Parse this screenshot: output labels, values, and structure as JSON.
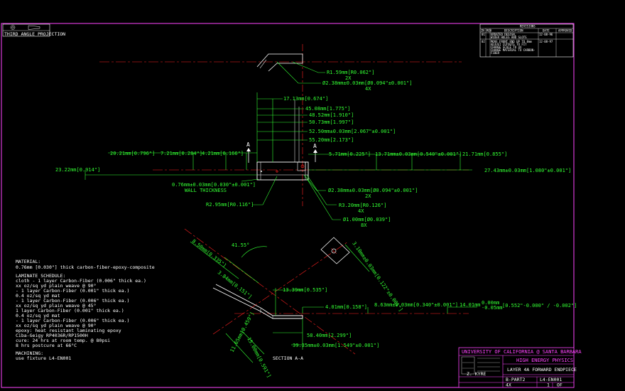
{
  "logo": {
    "caption": "THIRD ANGLE PROJECTION"
  },
  "revision_block": {
    "title": "REVISIONS",
    "headers": [
      "ZN",
      "REV",
      "DESCRIPTION",
      "DATE",
      "APPROVED"
    ],
    "rows": [
      {
        "rev": "01",
        "desc1": "UPDATED DESIGN,",
        "desc2": "WIDER HOLES AND SLOTS",
        "date": "12-08-96"
      },
      {
        "rev": "02",
        "desc1": "MOVE FRONT END UP TO 0mm",
        "desc2": "ADJUST CUTOUTS TO FIT",
        "desc3": "CHANGE SCALE TO 4X",
        "desc4": "CHANGE MATERIAL TO CARBON-",
        "desc5": "FIBER",
        "date": "12-08-97"
      }
    ]
  },
  "dimensions": {
    "radius": "R1.59mm[R0.062\"]",
    "radius_qty": "2X",
    "hole_top": "Ø2.38mm±0.03mm[Ø0.094\"±0.001\"]",
    "hole_top_qty": "4X",
    "d_17": "17.13mm[0.674\"]",
    "d_45": "45.08mm[1.775\"]",
    "d_48": "48.52mm[1.910\"]",
    "d_50": "50.73mm[1.997\"]",
    "d_52": "52.50mm±0.03mm[2.067\"±0.001\"]",
    "d_55": "55.20mm[2.173\"]",
    "d_20": "20.21mm[0.796\"]",
    "d_7": "7.21mm[0.284\"]",
    "d_4": "4.21mm[0.166\"]",
    "d_5": "5.71mm[0.225\"]",
    "d_13": "13.71mm±0.03mm[0.540\"±0.001\"]",
    "d_21": "21.71mm[0.855\"]",
    "d_23": "23.22mm[0.914\"]",
    "d_27": "27.43mm±0.03mm[1.080\"±0.001\"]",
    "wall": "0.76mm±0.03mm[0.030\"±0.001\"]",
    "wall_label": "WALL THICKNESS",
    "hole_mid": "Ø2.38mm±0.03mm[Ø0.094\"±0.001\"]",
    "hole_mid_qty": "2X",
    "r3": "R2.95mm[R0.116\"]",
    "r320": "R3.20mm[R0.126\"]",
    "r320_qty": "4X",
    "hole_small": "Ø1.00mm[Ø0.039\"]",
    "hole_small_qty": "8X",
    "section_mark": "A",
    "angle": "41.55°",
    "sec_8_50": "8.50mm[0.335\"]",
    "sec_3_84": "3.84mm[0.151\"]",
    "sec_13": "13.39mm[0.535\"]",
    "sec_4": "4.01mm[0.158\"]",
    "sec_8_63": "8.63mm±0.03mm[0.340\"±0.001\"]",
    "sec_14": "14.01mm",
    "tol_top": "0.00mm",
    "tol_bot": "-0.05mm",
    "tol_in": "[0.552\"-0.000\" / -0.002\"]",
    "sec_58": "58.40mm[2.299\"]",
    "sec_39": "39.35mm±0.03mm[1.549\"±0.001\"]",
    "sec_15": "15.00mm[0.591\"]",
    "sec_11": "11.65mm[0.459\"]",
    "detail_dim": "3.10mm±0.03mm[0.122\"±0.001\"]",
    "section_label": "SECTION A-A"
  },
  "notes": {
    "material_title": "MATERIAL:",
    "material": "0.76mm [0.030\"] thick carbon-fiber-epoxy-composite",
    "laminate_title": "LAMINATE SCHEDULE:",
    "lines": [
      "cloth - 1 layer Carbon-Fiber (0.006\" thick ea.)",
      "  xx oz/sq yd plain weave @ 90°",
      "  - 1 layer Carbon-Fiber (0.001\" thick ea.)",
      "  0.4 oz/sq yd mat",
      "  - 1 layer Carbon-Fiber (0.006\" thick ea.)",
      "  xx oz/sq yd plain weave @ 45°",
      "  1 layer Carbon-Fiber (0.001\" thick ea.)",
      "  0.4 oz/sq yd mat",
      "  - 1 layer Carbon-Fiber (0.006\" thick ea.)",
      "  xx oz/sq yd plain weave @ 90°",
      "epoxy: heat resistant laminating epoxy",
      "  Ciba-Geigy RP4036R/RP1500H",
      "cure: 24 hrs at room temp. @ 80psi",
      "  8 hrs postcure at 66°C"
    ],
    "machining_title": "MACHINING:",
    "machining": "use fixture L4-EN001"
  },
  "title_block": {
    "org": "UNIVERSITY OF CALIFORNIA @ SANTA BARBARA",
    "dept": "HIGH ENERGY PHYSICS",
    "title": "LAYER 4A FORWARD ENDPIECE",
    "drawing_no": "L4-EN001",
    "part": "B-PART2",
    "scale_label": "4X",
    "drawn": "Z. KYRE",
    "sheet": "1",
    "of": "OF"
  },
  "colors": {
    "background": "#000000",
    "green": "#33ff33",
    "red": "#ff2020",
    "magenta": "#ff44ff",
    "white": "#ffffff",
    "yellow": "#ffff33"
  }
}
